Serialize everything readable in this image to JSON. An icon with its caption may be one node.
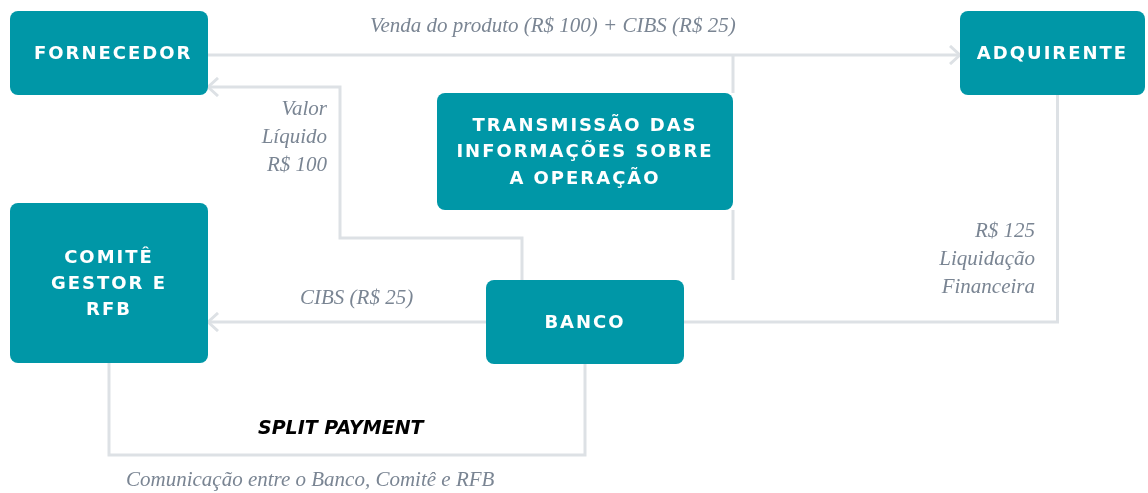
{
  "diagram": {
    "nodes": [
      {
        "text": [
          "FORNECEDOR"
        ]
      },
      {
        "text": [
          "ADQUIRENTE"
        ]
      },
      {
        "text": [
          "TRANSMISSÃO DAS INFORMAÇÕES SOBRE A OPERAÇÃO"
        ]
      },
      {
        "text": [
          "COMITÊ GESTOR E RFB"
        ]
      },
      {
        "text": [
          "BANCO"
        ]
      }
    ],
    "edges": [
      {
        "from": 0,
        "to": 1,
        "arrow": "to",
        "label": "Venda do produto (R$ 100) + CIBS (R$ 25)"
      },
      {
        "from": null,
        "to": 2,
        "arrow": "none"
      },
      {
        "from": 2,
        "to": 4,
        "arrow": "none"
      },
      {
        "from": 4,
        "to": 0,
        "arrow": "to",
        "label": "Valor Líquido R$ 100"
      },
      {
        "from": 1,
        "to": 4,
        "arrow": "none",
        "label": "R$ 125 Liquidação Financeira"
      },
      {
        "from": 4,
        "to": 3,
        "arrow": "to",
        "label": "CIBS (R$ 25)"
      },
      {
        "from": 3,
        "to": 4,
        "arrow": "none",
        "label": "Comunicação entre o Banco, Comitê e RFB"
      }
    ],
    "labels": [
      "SPLIT PAYMENT"
    ]
  }
}
